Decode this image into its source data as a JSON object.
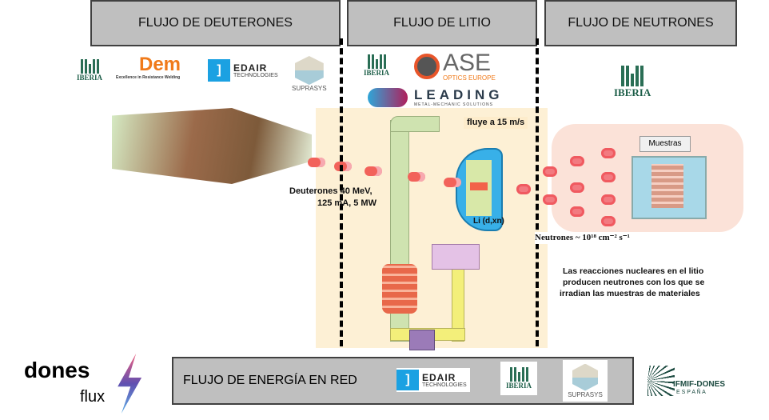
{
  "headers": {
    "deuterons": "FLUJO DE DEUTERONES",
    "lithium": "FLUJO DE LITIO",
    "neutrons": "FLUJO DE NEUTRONES"
  },
  "logos": {
    "iberia": "IBERIA",
    "dem": "Dem",
    "dem_tagline": "Excellence in Resistance Welding",
    "edair": "EDAIR",
    "edair_sub": "TECHNOLOGIES",
    "suprasys": "SUPRASYS",
    "ase": "ASE",
    "ase_sub": "OPTICS EUROPE",
    "leading": "LEADING",
    "leading_sub": "METAL-MECHANIC SOLUTIONS",
    "dones": "dones",
    "flux": "flux",
    "ifmif": "IFMIF-DONES",
    "ifmif_sub": "E S P A Ñ A"
  },
  "labels": {
    "lithium_speed": "fluye a 15 m/s",
    "deuterons_line1": "Deuterones 40 MeV,",
    "deuterons_line2": "125 mA, 5 MW",
    "reaction": "Li (d,xn)",
    "samples": "Muestras",
    "neutron_flux": "Neutrones ~ 10¹⁸ cm⁻² s⁻¹",
    "description_line1": "Las reacciones nucleares en el litio",
    "description_line2": "producen neutrones con los que se",
    "description_line3": "irradian las muestras de materiales"
  },
  "footer": {
    "energy": "FLUJO DE ENERGÍA EN RED"
  },
  "colors": {
    "header_bg": "#bfbfbf",
    "iberia": "#1c5e48",
    "edair": "#1ba1e2",
    "dem": "#f07a1a",
    "beam": "#f2625a",
    "lithium_loop": "#cfe3b0"
  }
}
